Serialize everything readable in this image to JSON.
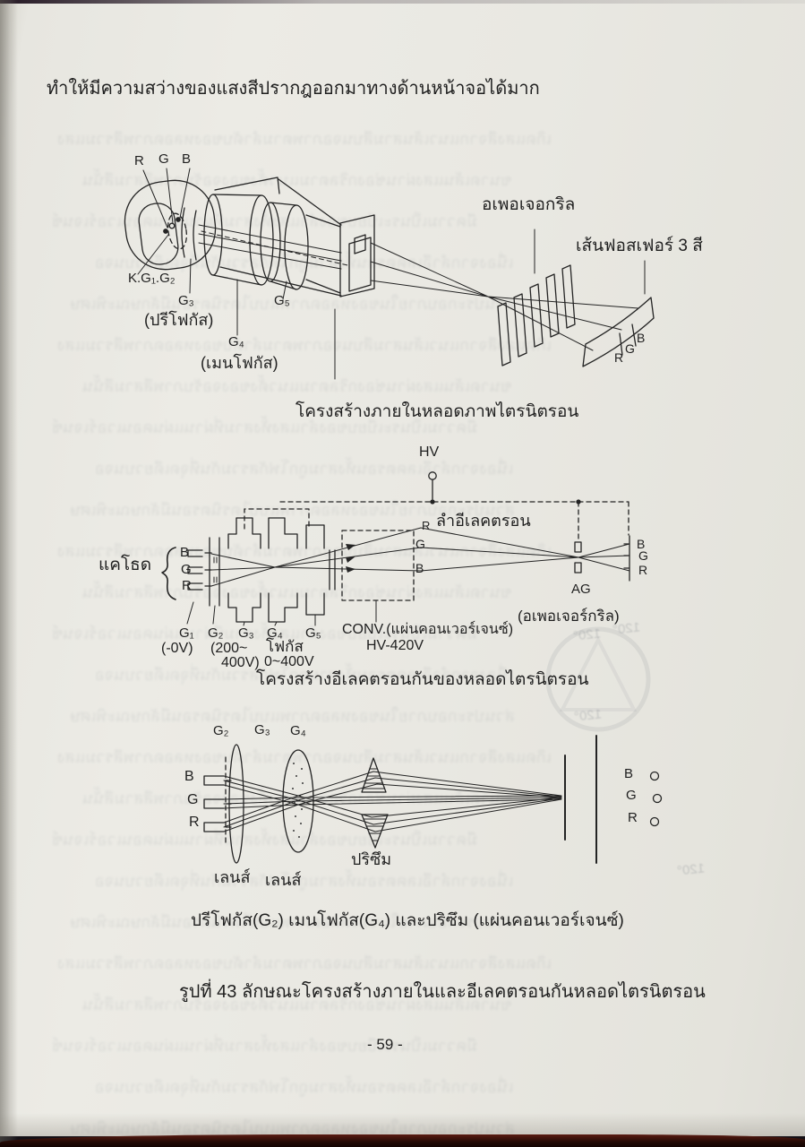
{
  "page": {
    "top_text": "ทำให้มีความสว่างของแสงสีปรากฎออกมาทางด้านหน้าจอได้มาก",
    "figure_caption": "รูปที่ 43 ลักษณะโครงสร้างภายในและอีเลคตรอนกันหลอดไตรนิตรอน",
    "page_number": "- 59 -"
  },
  "d1": {
    "caption": "โครงสร้างภายในหลอดภาพไตรนิตรอน",
    "labels": {
      "r": "R",
      "g": "G",
      "b": "B",
      "kg1g2": "K.G₁.G₂",
      "g3": "G₃",
      "prefocus": "(ปรีโฟกัส)",
      "g4": "G₄",
      "mainfocus": "(เมนโฟกัส)",
      "g5": "G₅",
      "aperture": "อเพอเจอกริล",
      "phosphor": "เส้นฟอสเฟอร์ 3 สี",
      "scr_r": "R",
      "scr_g": "G",
      "scr_b": "B"
    }
  },
  "d2": {
    "caption": "โครงสร้างอีเลคตรอนกันของหลอดไตรนิตรอน",
    "labels": {
      "hv": "HV",
      "cathode": "แคโธด",
      "cath_b": "B",
      "cath_g": "G",
      "cath_r": "R",
      "beam_title": "ลำอีเลคตรอน",
      "beam_r": "R",
      "beam_g": "G",
      "beam_b": "B",
      "g1": "G₁",
      "g2": "G₂",
      "g3": "G₃",
      "g4": "G₄",
      "g5": "G₅",
      "v_g1": "(-0V)",
      "v_g2a": "(200~",
      "v_g2b": "400V)",
      "focus_word": "โฟกัส",
      "focus_v": "0~400V",
      "conv": "CONV.(แผ่นคอนเวอร์เจนซ์)",
      "hv420": "HV-420V",
      "ag": "AG",
      "ag_full": "(อเพอเจอร์กริล)",
      "s_b": "B",
      "s_g": "G",
      "s_r": "R"
    }
  },
  "d3": {
    "caption": "ปรีโฟกัส(G₂) เมนโฟกัส(G₄) และปริซึม (แผ่นคอนเวอร์เจนซ์)",
    "labels": {
      "g2": "G₂",
      "g3": "G₃",
      "g4": "G₄",
      "b": "B",
      "g": "G",
      "r": "R",
      "lens1": "เลนส์",
      "lens2": "เลนส์",
      "prism": "ปริซึม",
      "out_b": "B",
      "out_g": "G",
      "out_r": "R"
    }
  },
  "bleed": {
    "marks": [
      "120°",
      "120°",
      "120°",
      "120°"
    ],
    "lines": [
      "เกิดแสงสีจากแนวเส้นสามสีบนจอภาพตามลำดับของหลอดภาพสีรวมแสง",
      "ขนาดเส้นแสงผ่านช่องกริลตามแนวตั้งของจอรับภาพสีสามสีนั้น",
      "มีความเป็นระเบียบของลำแสงทั้งสามที่ผ่านแผ่นคอนเวอร์เจนซ์",
      "เนื่องจากลำอีเลคตรอนทั้งสามถูกโฟกัสรวมกันที่จุดเดียวบนจอ",
      "ส่วนประกอบภายในของหลอดภาพแบบไตรนิตรอนมีลักษณะพิเศษ"
    ]
  }
}
